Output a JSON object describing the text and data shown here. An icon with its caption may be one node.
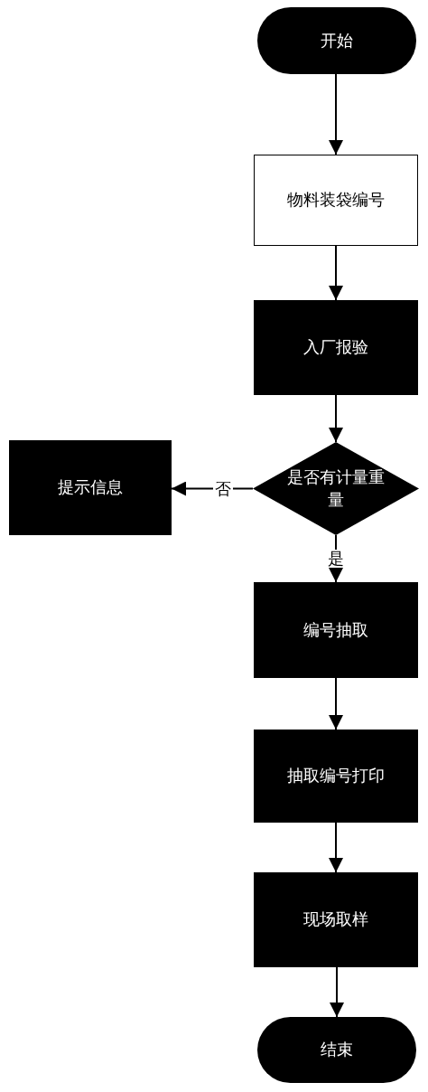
{
  "diagram": {
    "nodes": [
      {
        "text": [
          "开始"
        ]
      },
      {
        "text": [
          "物料装袋编号"
        ]
      },
      {
        "text": [
          "入厂报验"
        ]
      },
      {
        "text": [
          "是否有计量重量"
        ]
      },
      {
        "text": [
          "提示信息"
        ]
      },
      {
        "text": [
          "编号抽取"
        ]
      },
      {
        "text": [
          "抽取编号打印"
        ]
      },
      {
        "text": [
          "现场取样"
        ]
      },
      {
        "text": [
          "结束"
        ]
      }
    ],
    "edges": [
      {
        "from": 0,
        "to": 1,
        "arrow": "to"
      },
      {
        "from": 1,
        "to": 2,
        "arrow": "to"
      },
      {
        "from": 2,
        "to": 3,
        "arrow": "to"
      },
      {
        "from": 3,
        "to": 4,
        "arrow": "to",
        "label": "否"
      },
      {
        "from": 3,
        "to": 5,
        "arrow": "to",
        "label": "是"
      },
      {
        "from": 5,
        "to": 6,
        "arrow": "to"
      },
      {
        "from": 6,
        "to": 7,
        "arrow": "to"
      },
      {
        "from": 7,
        "to": 8,
        "arrow": "to"
      }
    ]
  }
}
